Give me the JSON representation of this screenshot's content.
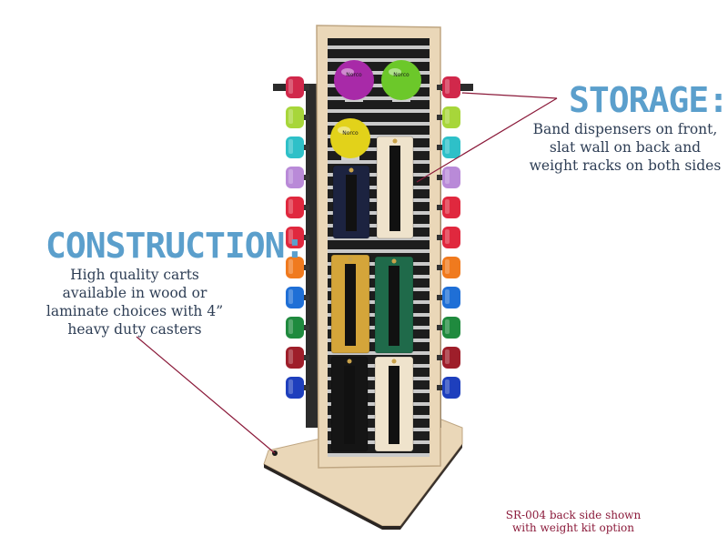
{
  "storage": {
    "title": "STORAGE:",
    "lines": [
      "Band dispensers on front,",
      "slat wall on back and",
      "weight racks on both sides"
    ]
  },
  "construction": {
    "title": "CONSTRUCTION:",
    "lines": [
      "High quality carts",
      "available in wood or",
      "laminate choices with 4”",
      "heavy duty casters"
    ]
  },
  "caption": {
    "lines": [
      "SR-004 back side shown",
      "with weight kit option"
    ]
  },
  "colors": {
    "title_blue": "#5b9fcc",
    "body_text": "#2e3e55",
    "caption_red": "#8b1a3a",
    "leader_line": "#8b1a3a",
    "wood": "#ead7b8",
    "slat": "#1d1d1d"
  },
  "product": {
    "ball_labels": [
      "Norco",
      "Norco",
      "Norco"
    ],
    "dumbbell_colors_left": [
      "#d1284b",
      "#a7d63a",
      "#2ec0c8",
      "#b98ad8",
      "#e0283e",
      "#e0283e",
      "#f07a1e",
      "#1f6fd6",
      "#1f8a3e",
      "#9e1e2a",
      "#1e3fbd"
    ],
    "dumbbell_colors_right": [
      "#d1284b",
      "#a7d63a",
      "#2ec0c8",
      "#b98ad8",
      "#e0283e",
      "#e0283e",
      "#f07a1e",
      "#1f6fd6",
      "#1f8a3e",
      "#9e1e2a",
      "#1e3fbd"
    ],
    "ball_colors": [
      "#a82aa8",
      "#6cc82a",
      "#e2d21a"
    ],
    "cuff_colors": [
      "#1c2340",
      "#efe3cc",
      "#d4a53a",
      "#1f6a4a",
      "#151515",
      "#efe3cc"
    ]
  }
}
